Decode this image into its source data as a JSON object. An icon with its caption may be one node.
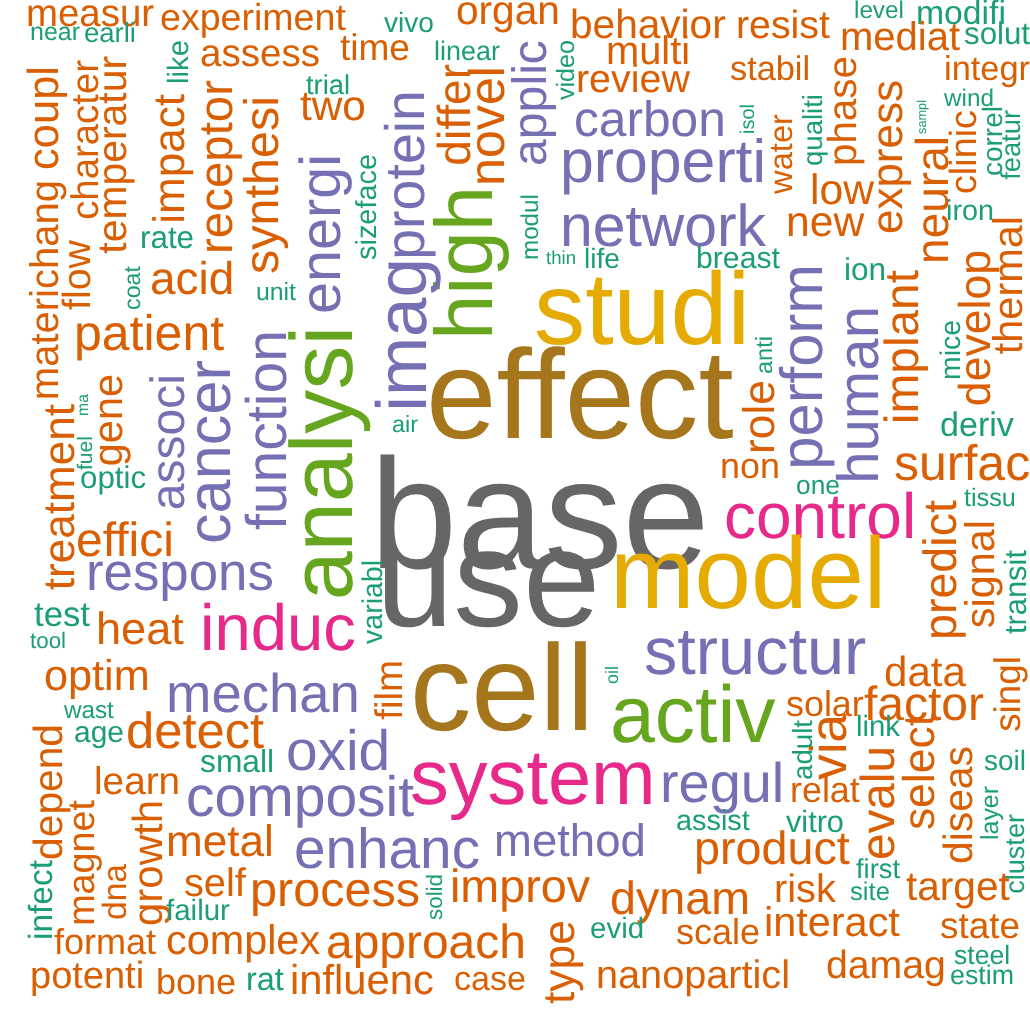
{
  "diagram": {
    "labels": [
      "measur",
      "experiment",
      "vivo",
      "organ",
      "behavior",
      "level",
      "modifi",
      "resist",
      "near",
      "earli",
      "time",
      "linear",
      "multi",
      "solut",
      "mediat",
      "assess",
      "like",
      "stabil",
      "integr",
      "coupl",
      "character",
      "temperatur",
      "applic",
      "video",
      "differ",
      "novel",
      "review",
      "trial",
      "two",
      "impact",
      "receptor",
      "synthesi",
      "energi",
      "protein",
      "phase",
      "express",
      "isol",
      "qualiti",
      "sampl",
      "wind",
      "water",
      "clinic",
      "correl",
      "featur",
      "carbon",
      "neural",
      "properti",
      "sizeface",
      "low",
      "modul",
      "high",
      "iron",
      "thermal",
      "new",
      "rate",
      "network",
      "thin",
      "life",
      "breast",
      "imag",
      "ion",
      "perform",
      "implant",
      "develop",
      "coat",
      "acid",
      "unit",
      "studi",
      "human",
      "mice",
      "patient",
      "function",
      "analysi",
      "anti",
      "effect",
      "materichang",
      "flow",
      "associ",
      "cancer",
      "ma",
      "gene",
      "role",
      "deriv",
      "air",
      "treatment",
      "fuel",
      "non",
      "surfac",
      "optic",
      "one",
      "tissu",
      "base",
      "control",
      "predict",
      "signal",
      "effici",
      "model",
      "transit",
      "variabl",
      "use",
      "respons",
      "test",
      "induc",
      "heat",
      "tool",
      "structur",
      "data",
      "singl",
      "film",
      "oil",
      "optim",
      "cell",
      "mechan",
      "solar",
      "factor",
      "wast",
      "via",
      "select",
      "adult",
      "link",
      "activ",
      "depend",
      "age",
      "detect",
      "evalu",
      "diseas",
      "oxid",
      "soil",
      "small",
      "system",
      "regul",
      "relat",
      "learn",
      "layer",
      "magnet",
      "growth",
      "composit",
      "cluster",
      "vitro",
      "assist",
      "metal",
      "method",
      "enhanc",
      "product",
      "dna",
      "infect",
      "first",
      "solid",
      "self",
      "risk",
      "target",
      "site",
      "improv",
      "process",
      "dynam",
      "failur",
      "type",
      "evid",
      "interact",
      "scale",
      "state",
      "format",
      "complex",
      "approach",
      "steel",
      "damag",
      "nanoparticl",
      "estim",
      "potenti",
      "bone",
      "rat",
      "influenc",
      "case"
    ]
  }
}
